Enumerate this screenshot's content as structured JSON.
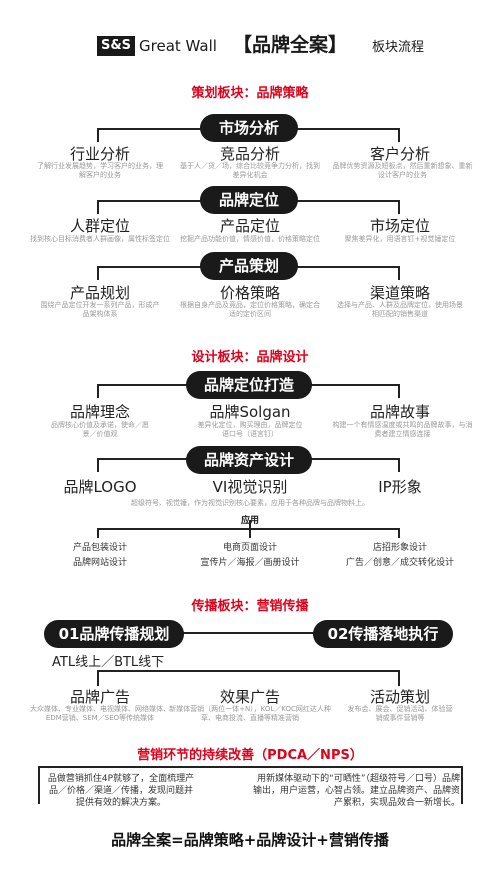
{
  "header": {
    "logo_text": "S&S",
    "brand": "Great Wall",
    "title_main": "【品牌全案】",
    "title_sub": "板块流程"
  },
  "planning": {
    "heading": "策划板块：品牌策略",
    "market_analysis": {
      "label": "市场分析",
      "items": [
        {
          "title": "行业分析",
          "desc": "了解行业发展趋势，学习客户的业务，理解客户的业务"
        },
        {
          "title": "竞品分析",
          "desc": "基于人／货／场，综合比较竞争力分析，找到差异化机会"
        },
        {
          "title": "客户分析",
          "desc": "品牌优势资源及短板点，然后重新想象、重新设计客户的业务"
        }
      ]
    },
    "brand_positioning": {
      "label": "品牌定位",
      "items": [
        {
          "title": "人群定位",
          "desc": "找到核心目标消费者人群画像，属性标签定位"
        },
        {
          "title": "产品定位",
          "desc": "挖掘产品功能价值，情感价值，价格策略定位"
        },
        {
          "title": "市场定位",
          "desc": "聚焦差异化，用语言钉+视觉锤定位"
        }
      ]
    },
    "product_strategy": {
      "label": "产品策划",
      "items": [
        {
          "title": "产品规划",
          "desc": "围绕产品定位开发一系列产品，形成产品架构体系"
        },
        {
          "title": "价格策略",
          "desc": "根据自身产品及竞品，定位价格策略，确定合适的定价区间"
        },
        {
          "title": "渠道策略",
          "desc": "选择与产品、人群及品牌定位，使用场景相匹配的销售渠道"
        }
      ]
    }
  },
  "design": {
    "heading": "设计板块：品牌设计",
    "brand_building": {
      "label": "品牌定位打造",
      "items": [
        {
          "title": "品牌理念",
          "desc": "品牌核心价值及承诺，使命／愿景／价值观"
        },
        {
          "title": "品牌Solgan",
          "desc": "差异化定位，购买理由，品牌定位语口号（语言钉）"
        },
        {
          "title": "品牌故事",
          "desc": "构建一个有情感温度或共鸣的品牌故事，与消费者建立情感连接"
        }
      ]
    },
    "brand_assets": {
      "label": "品牌资产设计",
      "items": [
        {
          "title": "品牌LOGO"
        },
        {
          "title": "VI视觉识别"
        },
        {
          "title": "IP形象"
        }
      ],
      "desc": "超级符号、视觉锤，作为视觉识别核心要素，应用于各种品牌与品牌物料上。",
      "apply_label": "应用",
      "apply_items": [
        {
          "line1": "产品包装设计",
          "line2": "品牌网站设计"
        },
        {
          "line1": "电商页面设计",
          "line2": "宣传片／海报／画册设计"
        },
        {
          "line1": "店招形象设计",
          "line2": "广告／创意／成交转化设计"
        }
      ]
    }
  },
  "promotion": {
    "heading": "传播板块：营销传播",
    "plan_label": "01品牌传播规划",
    "execute_label": "02传播落地执行",
    "atl_btl": "ATL线上／BTL线下",
    "items": [
      {
        "title": "品牌广告",
        "desc": "大众媒体、专业媒体、电视媒体、网络媒体、EDM营销、SEM／SEO等传统媒体"
      },
      {
        "title": "效果广告",
        "desc": "新媒体营销（两位一体+N），KOL／KOC网红达人种草、电商投流、直播等精准营销"
      },
      {
        "title": "活动策划",
        "desc": "发布会、展会、促销活动、体验营销或事件营销等"
      }
    ]
  },
  "improvement": {
    "heading": "营销环节的持续改善（PDCA／NPS）",
    "left_text": "品做营销抓住4P就够了，全面梳理产品／价格／渠道／传播，发现问题并提供有效的解决方案。",
    "right_text": "用新媒体驱动下的“可晒性”（超级符号／口号）品牌输出，用户运营，心智占领。建立品牌资产、品牌资产累积，实现品效合一新增长。"
  },
  "footer": {
    "formula": "品牌全案=品牌策略+品牌设计+营销传播"
  }
}
